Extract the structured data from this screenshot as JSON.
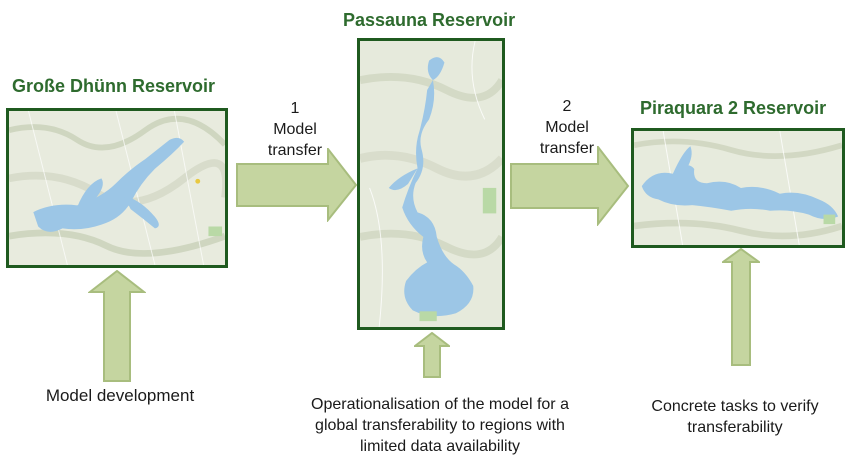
{
  "reservoirs": [
    {
      "name": "Große Dhünn Reservoir"
    },
    {
      "name": "Passauna Reservoir"
    },
    {
      "name": "Piraquara 2 Reservoir"
    }
  ],
  "transfers": [
    {
      "number": "1",
      "line1": "Model",
      "line2": "transfer"
    },
    {
      "number": "2",
      "line1": "Model",
      "line2": "transfer"
    }
  ],
  "captions": {
    "development": "Model development",
    "operationalisation": [
      "Operationalisation of the model for a",
      "global transferability to regions with",
      "limited data availability"
    ],
    "verification": [
      "Concrete tasks to verify",
      "transferability"
    ]
  },
  "colors": {
    "title_green": "#2e6b2e",
    "arrow_fill": "#c5d5a0",
    "arrow_stroke": "#a8bd7e",
    "map_border": "#1f5a1f",
    "water": "#9cc6e6"
  }
}
